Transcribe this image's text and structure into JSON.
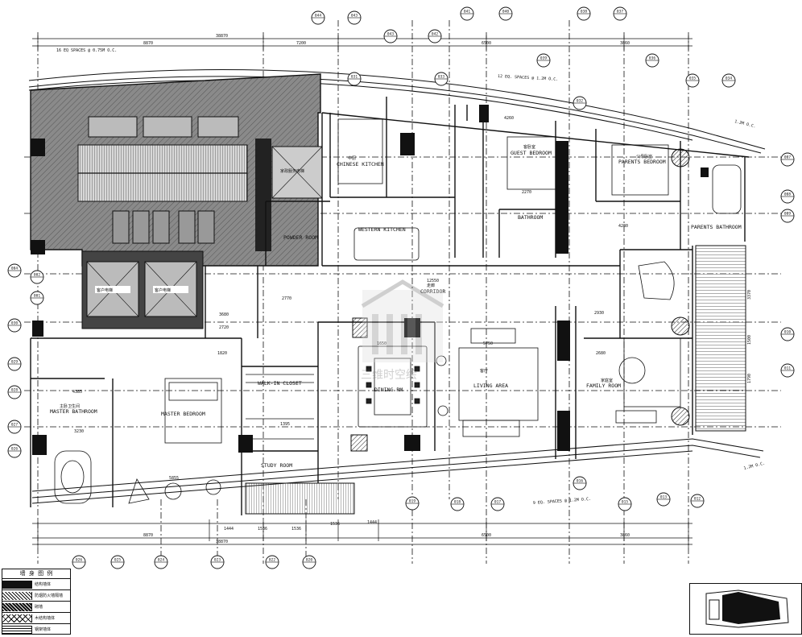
{
  "rooms": {
    "chinese_kitchen": [
      "中厨",
      "CHINESE KITCHEN"
    ],
    "guest_bedroom": [
      "客卧室",
      "GUEST BEDROOM"
    ],
    "parents_bedroom": [
      "父母卧室",
      "PARENTS BEDROOM"
    ],
    "western_kitchen": "WESTERN KITCHEN",
    "powder_room": "POWDER ROOM",
    "corridor": [
      "走廊",
      "CORRIDOR"
    ],
    "bathroom": "BATHROOM",
    "parents_bathroom": "PARENTS BATHROOM",
    "living_area": [
      "客厅",
      "LIVING AREA"
    ],
    "dining_rm": "DINING RM",
    "family_room": [
      "家庭室",
      "FAMILY ROOM"
    ],
    "master_bedroom": "MASTER BEDROOM",
    "master_bathroom": [
      "主卧卫生间",
      "MASTER BATHROOM"
    ],
    "walk_in_closet": "WALK-IN CLOSET",
    "study_room": "STUDY ROOM",
    "elevator_1": "客户电梯",
    "elevator_2": "客户电梯",
    "household_elevator": "家政服务电梯"
  },
  "dimensions": {
    "top_overall": "38870",
    "top_left": "8870",
    "top_mid1": "7200",
    "top_mid2": "6500",
    "top_right": "3860",
    "bottom_overall": "38870",
    "bottom_left": "8870",
    "bottom_mid": "6500",
    "bottom_right": "3860",
    "bottom_segs": [
      "1444",
      "1536",
      "1536",
      "1536",
      "1444"
    ],
    "misc": [
      "4260",
      "2270",
      "4280",
      "12550",
      "5750",
      "1650",
      "2770",
      "3680",
      "2720",
      "4385",
      "5855",
      "3230",
      "1820",
      "1395",
      "2680",
      "2930",
      "1500",
      "3370",
      "1790"
    ]
  },
  "spacing_notes": {
    "top_left": "16 EQ SPACES @ 0.75M O.C.",
    "top_right": "12 EQ. SPACES @ 1.2M O.C.",
    "bottom": "9 EQ. SPACES @ 1.2M O.C.",
    "right_top": "1.2M O.C.",
    "right_bottom": "1.2M O.C."
  },
  "grid_bubbles_top": [
    "044",
    "043",
    "043",
    "042",
    "041",
    "040",
    "039",
    "038",
    "037",
    "036",
    "035",
    "034",
    "033",
    "032",
    "031"
  ],
  "grid_bubbles_bottom": [
    "026",
    "025",
    "024",
    "023",
    "022",
    "020",
    "019",
    "018",
    "017",
    "016",
    "015",
    "013",
    "012"
  ],
  "grid_bubbles_left": [
    "004",
    "002",
    "001",
    "030",
    "029",
    "028",
    "027",
    "026"
  ],
  "grid_bubbles_right": [
    "007",
    "008",
    "009",
    "010",
    "011"
  ],
  "legend": {
    "title": "墙 身 图 例",
    "items": [
      {
        "label": "结构墙体",
        "pattern": "solid"
      },
      {
        "label": "防烟防火墙隔墙",
        "pattern": "hatch"
      },
      {
        "label": "砌墙",
        "pattern": "dense"
      },
      {
        "label": "木结构墙体",
        "pattern": "x"
      },
      {
        "label": "钢架墙体",
        "pattern": "grid"
      }
    ]
  },
  "watermark": "三维时空绘"
}
